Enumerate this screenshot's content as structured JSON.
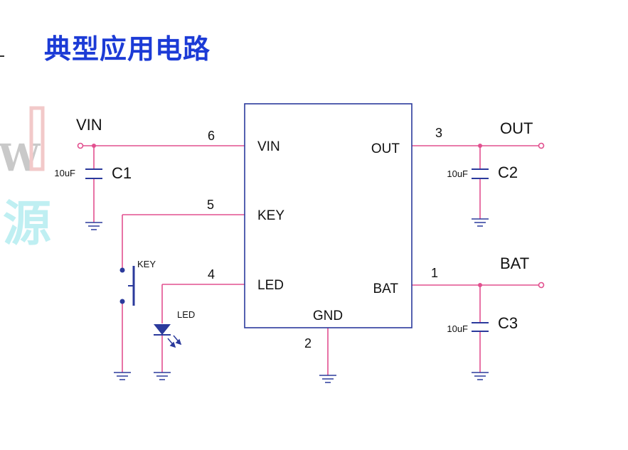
{
  "title": "典型应用电路",
  "watermark": {
    "text1": "W",
    "text2": "源"
  },
  "chip": {
    "pins": {
      "vin": {
        "name": "VIN",
        "number": "6"
      },
      "key": {
        "name": "KEY",
        "number": "5"
      },
      "led": {
        "name": "LED",
        "number": "4"
      },
      "out": {
        "name": "OUT",
        "number": "3"
      },
      "bat": {
        "name": "BAT",
        "number": "1"
      },
      "gnd": {
        "name": "GND",
        "number": "2"
      }
    }
  },
  "terminals": {
    "vin": "VIN",
    "out": "OUT",
    "bat": "BAT"
  },
  "components": {
    "c1": {
      "ref": "C1",
      "value": "10uF"
    },
    "c2": {
      "ref": "C2",
      "value": "10uF"
    },
    "c3": {
      "ref": "C3",
      "value": "10uF"
    },
    "key_switch": {
      "ref": "KEY"
    },
    "led": {
      "ref": "LED"
    }
  },
  "colors": {
    "wire": "#e2508f",
    "chip_border": "#2b3a9c",
    "title": "#1c3bd6",
    "ground": "#2b3a9c"
  }
}
